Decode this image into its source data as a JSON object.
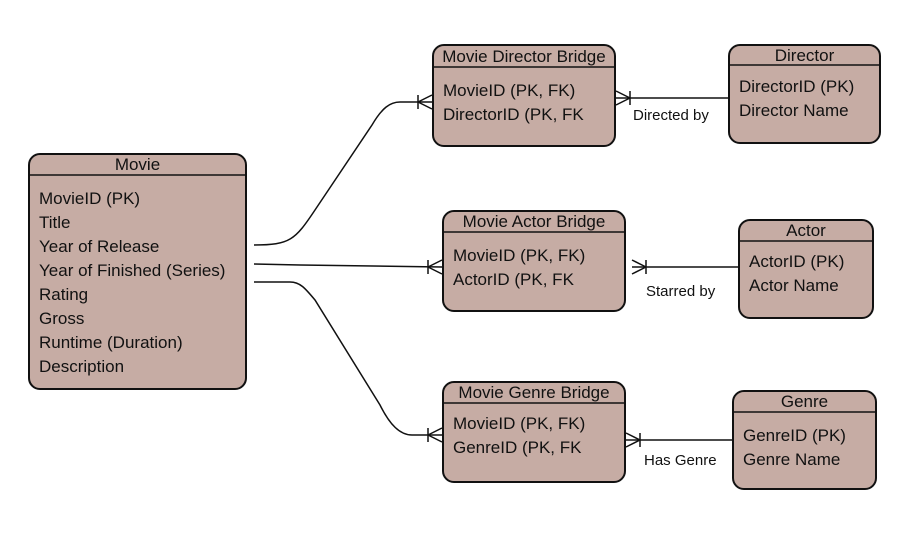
{
  "entities": {
    "movie": {
      "title": "Movie",
      "attributes": [
        "MovieID (PK)",
        "Title",
        "Year of Release",
        "Year of Finished (Series)",
        "Rating",
        "Gross",
        "Runtime (Duration)",
        "Description"
      ]
    },
    "movie_director_bridge": {
      "title": "Movie Director Bridge",
      "attributes": [
        "MovieID (PK, FK)",
        "DirectorID (PK, FK"
      ]
    },
    "director": {
      "title": "Director",
      "attributes": [
        "DirectorID (PK)",
        "Director Name"
      ]
    },
    "movie_actor_bridge": {
      "title": "Movie Actor Bridge",
      "attributes": [
        "MovieID (PK, FK)",
        "ActorID (PK, FK"
      ]
    },
    "actor": {
      "title": "Actor",
      "attributes": [
        "ActorID (PK)",
        "Actor Name"
      ]
    },
    "movie_genre_bridge": {
      "title": "Movie Genre Bridge",
      "attributes": [
        "MovieID (PK, FK)",
        "GenreID (PK, FK"
      ]
    },
    "genre": {
      "title": "Genre",
      "attributes": [
        "GenreID (PK)",
        "Genre Name"
      ]
    }
  },
  "relationships": {
    "directed_by": "Directed by",
    "starred_by": "Starred by",
    "has_genre": "Has Genre"
  },
  "colors": {
    "entity_fill": "#c6aca4",
    "stroke": "#111111",
    "background": "#ffffff"
  }
}
